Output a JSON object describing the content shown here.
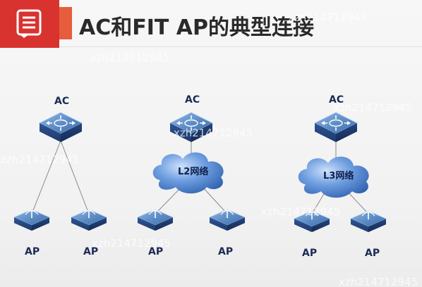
{
  "title": "AC和FIT AP的典型连接",
  "watermark": "xzh214712945",
  "icons": {
    "title": "document-list-icon",
    "ac": "ac-controller-icon",
    "ap": "wireless-ap-icon",
    "cloud": "network-cloud-icon"
  },
  "colors": {
    "title_box": "#d8332f",
    "title_bar": "#e65c3c",
    "device_top": "#5f8ec6",
    "device_side": "#24457e",
    "cloud": "#3f72c0"
  },
  "diagrams": [
    {
      "ac_label": "AC",
      "cloud_label": "",
      "ap_labels": [
        "AP",
        "AP"
      ]
    },
    {
      "ac_label": "AC",
      "cloud_label": "L2网络",
      "ap_labels": [
        "AP",
        "AP"
      ]
    },
    {
      "ac_label": "AC",
      "cloud_label": "L3网络",
      "ap_labels": [
        "AP",
        "AP"
      ]
    }
  ]
}
